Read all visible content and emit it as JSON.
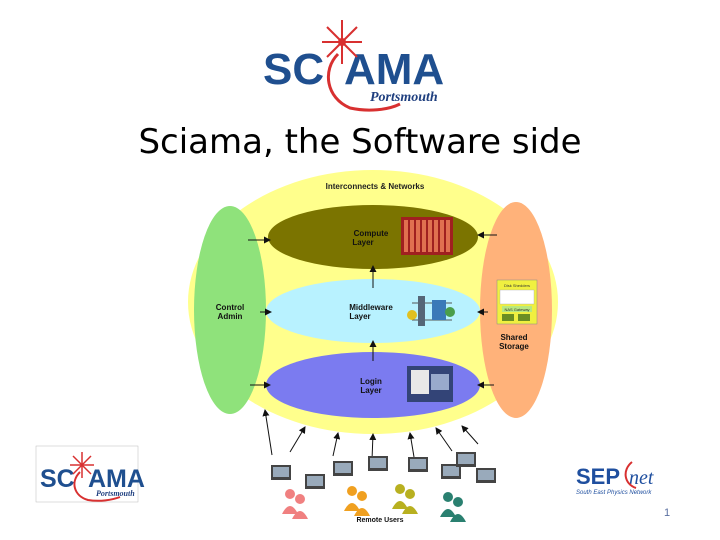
{
  "slide": {
    "title": "Sciama, the Software side",
    "page_number": "1"
  },
  "logos": {
    "sciama_main": {
      "left": "SC",
      "right": "AMA",
      "sub": "Portsmouth"
    },
    "sciama_small": {
      "left": "SC",
      "right": "AMA",
      "sub": "Portsmouth"
    },
    "sepnet": {
      "bold": "SEP",
      "script": "net",
      "sub": "South East Physics Network"
    }
  },
  "diagram": {
    "outer_label": "Interconnects & Networks",
    "layers": [
      {
        "line1": "Compute",
        "line2": "Layer"
      },
      {
        "line1": "Middleware",
        "line2": "Layer"
      },
      {
        "line1": "Login",
        "line2": "Layer"
      }
    ],
    "left_panel": {
      "line1": "Control",
      "line2": "Admin"
    },
    "right_panel": {
      "line1": "Shared",
      "line2": "Storage"
    },
    "storage_box": {
      "top": "Disk Shedders",
      "middle": "NAS Gateway"
    },
    "bottom_label": "Remote Users",
    "colors": {
      "outer": "#ffff8c",
      "compute": "#7b7400",
      "middleware": "#b8f2ff",
      "login": "#7b7bf0",
      "left_panel": "#8fe27b",
      "right_panel": "#ffb27a"
    }
  }
}
